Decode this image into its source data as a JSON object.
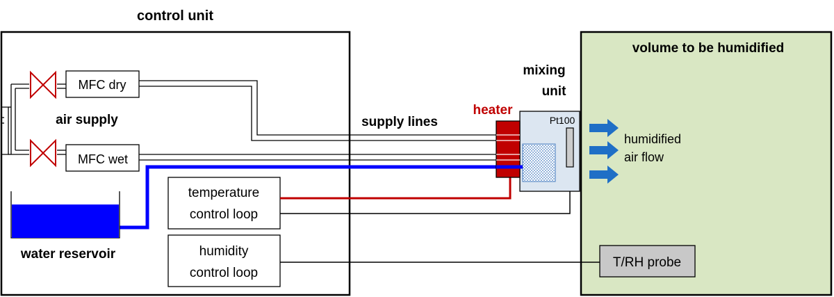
{
  "labels": {
    "control_unit": "control unit",
    "volume": "volume to be humidified",
    "mixing_unit_line1": "mixing",
    "mixing_unit_line2": "unit",
    "heater": "heater",
    "supply_lines": "supply lines",
    "air_supply": "air supply",
    "water_reservoir": "water reservoir",
    "pt100": "Pt100",
    "humidified_line1": "humidified",
    "humidified_line2": "air flow",
    "mfc_dry": "MFC dry",
    "mfc_wet": "MFC wet",
    "temp_loop_line1": "temperature",
    "temp_loop_line2": "control loop",
    "hum_loop_line1": "humidity",
    "hum_loop_line2": "control loop",
    "probe": "T/RH probe"
  },
  "colors": {
    "volume_fill": "#d9e7c3",
    "heater": "#c00000",
    "heater_label": "#c00000",
    "water": "#0000ff",
    "arrow": "#1f6fc6",
    "valve": "#c00000",
    "mixing_fill": "#dce6f1",
    "probe_fill": "#c8c8c8"
  }
}
